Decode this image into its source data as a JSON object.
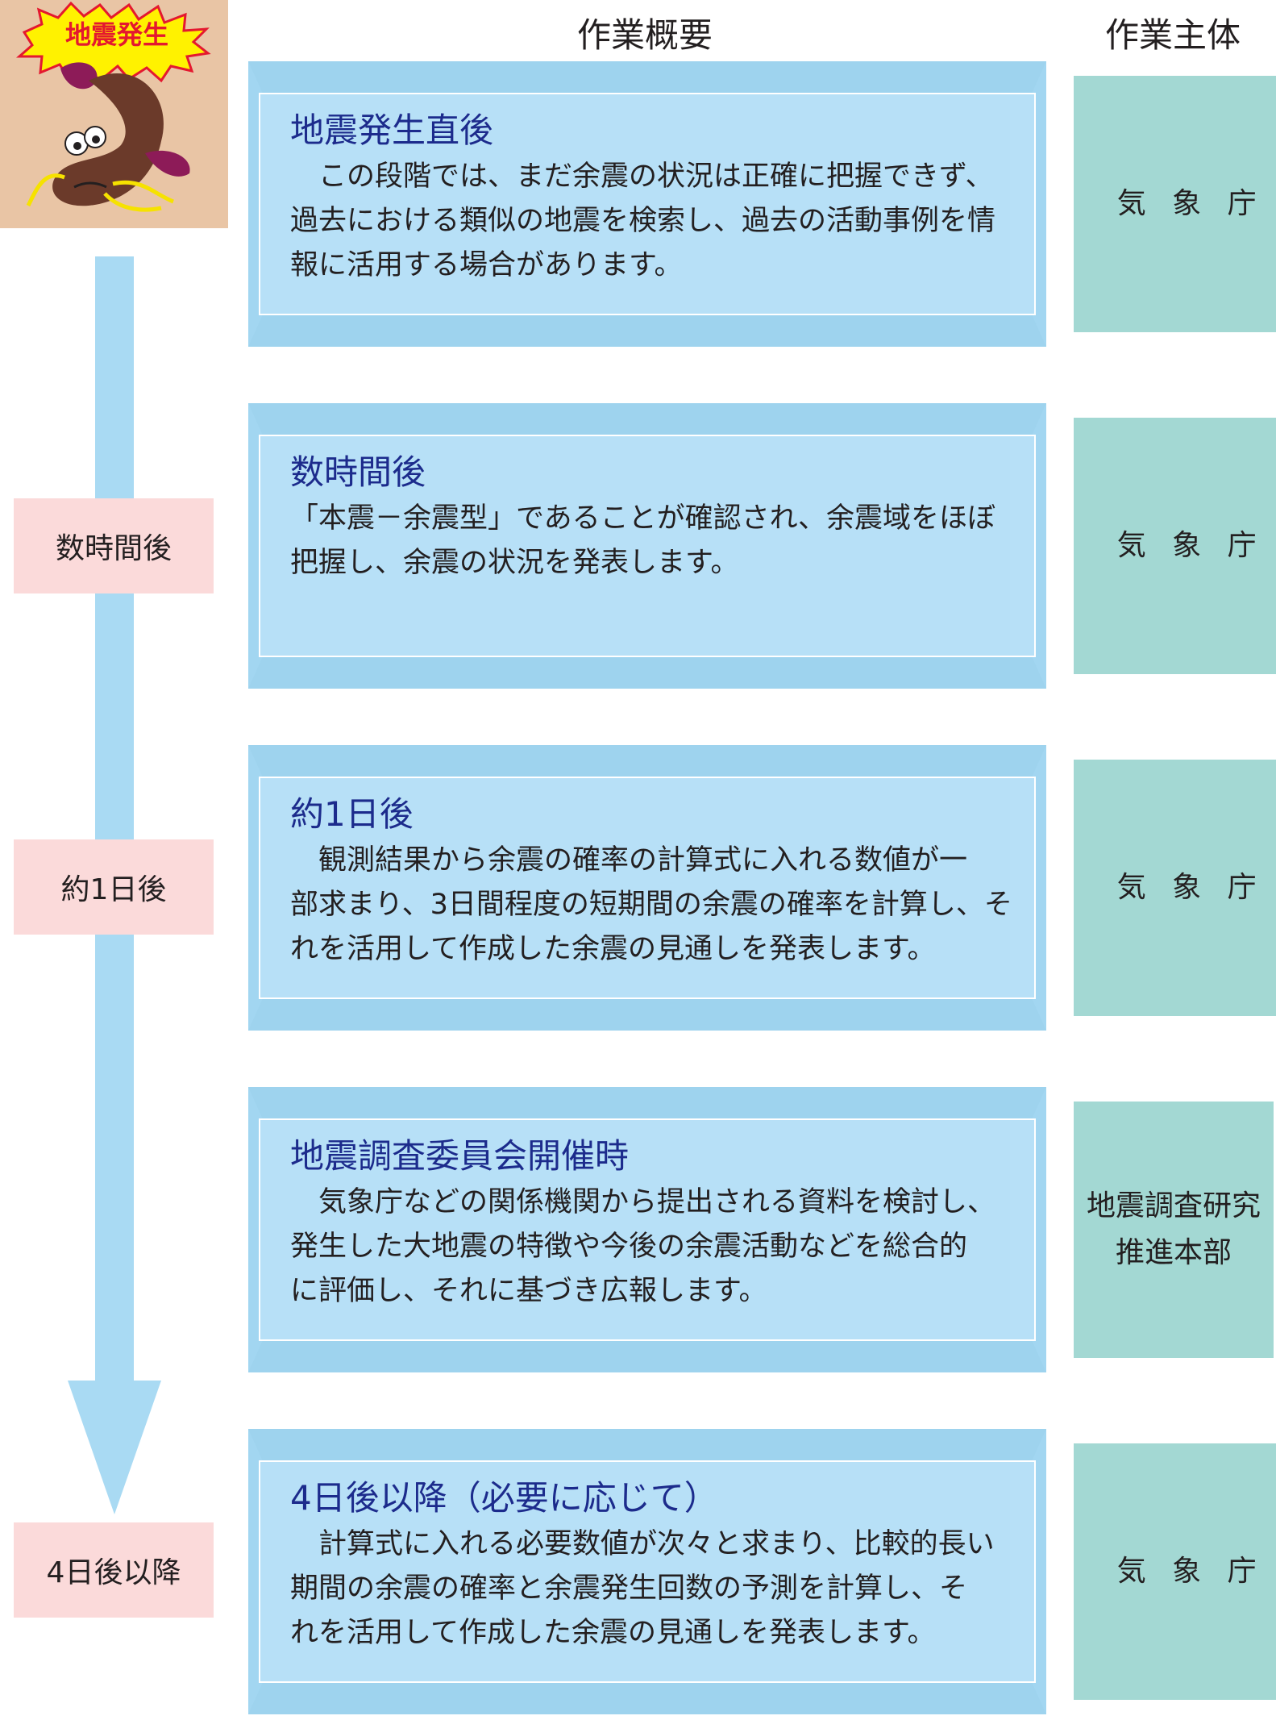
{
  "headers": {
    "overview": "作業概要",
    "actor": "作業主体"
  },
  "badge": {
    "text": "地震発生",
    "icon": "catfish-icon"
  },
  "colors": {
    "badge_bg": "#e9c5a5",
    "arrow": "#a9daf3",
    "time_label_bg": "#fbdada",
    "panel_face": "#b7e0f7",
    "panel_bevel": "#a2d6f1",
    "actor_bg": "#a3d8d3",
    "title_text": "#1c2b8c"
  },
  "time_labels": [
    {
      "label": "数時間後"
    },
    {
      "label": "約1日後"
    },
    {
      "label": "4日後以降"
    }
  ],
  "stages": [
    {
      "title": "地震発生直後",
      "body": "　この段階では、まだ余震の状況は正確に把握できず、\n過去における類似の地震を検索し、過去の活動事例を情\n報に活用する場合があります。",
      "actor": "気象庁"
    },
    {
      "title": "数時間後",
      "body": "「本震－余震型」であることが確認され、余震域をほぼ\n把握し、余震の状況を発表します。",
      "actor": "気象庁"
    },
    {
      "title": "約1日後",
      "body": "　観測結果から余震の確率の計算式に入れる数値が一\n部求まり、3日間程度の短期間の余震の確率を計算し、そ\nれを活用して作成した余震の見通しを発表します。",
      "actor": "気象庁"
    },
    {
      "title": "地震調査委員会開催時",
      "body": "　気象庁などの関係機関から提出される資料を検討し、\n発生した大地震の特徴や今後の余震活動などを総合的\nに評価し、それに基づき広報します。",
      "actor": "地震調査研究\n推進本部"
    },
    {
      "title": "4日後以降（必要に応じて）",
      "body": "　計算式に入れる必要数値が次々と求まり、比較的長い\n期間の余震の確率と余震発生回数の予測を計算し、そ\nれを活用して作成した余震の見通しを発表します。",
      "actor": "気象庁"
    }
  ]
}
